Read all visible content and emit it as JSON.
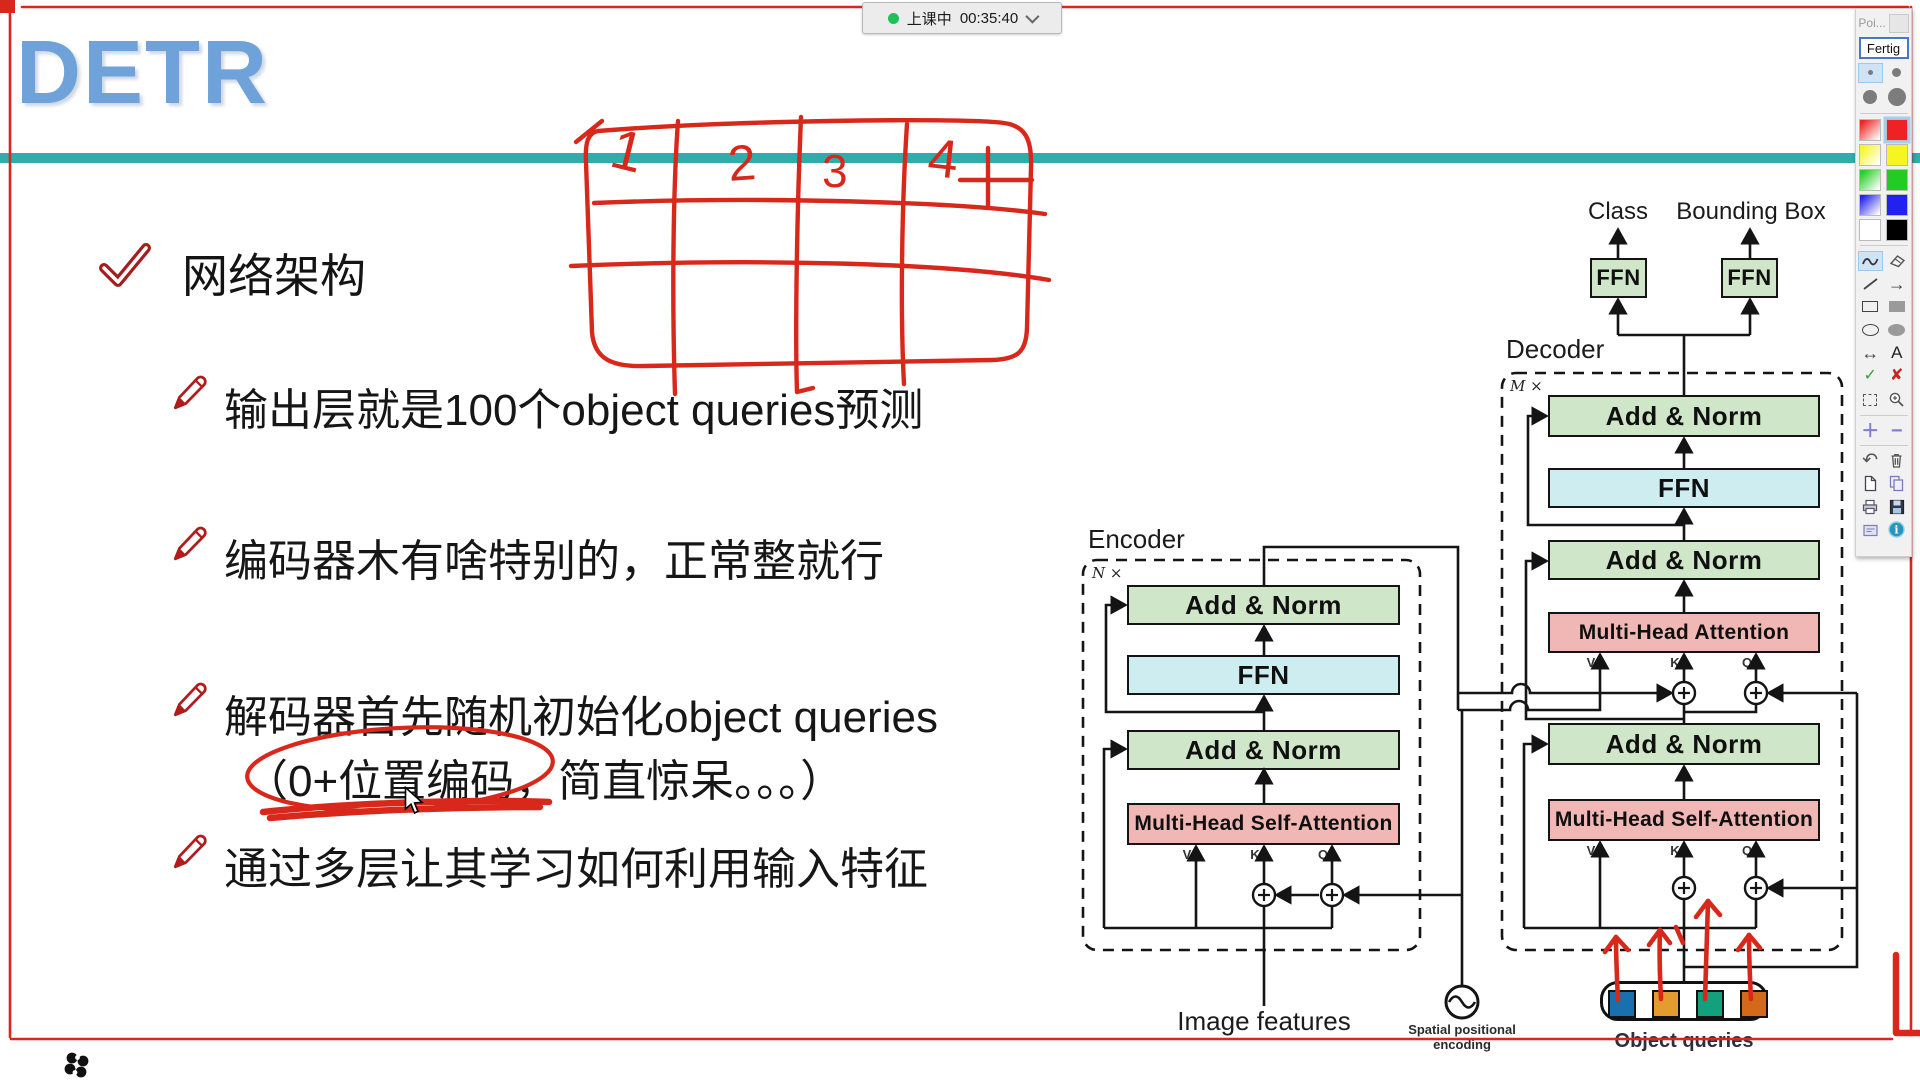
{
  "slide": {
    "title": "DETR",
    "heading": "网络架构",
    "bullets": [
      "输出层就是100个object queries预测",
      "编码器木有啥特别的，正常整就行",
      "解码器首先随机初始化object queries",
      "（0+位置编码，简直惊呆。。。）",
      "通过多层让其学习如何利用输入特征"
    ]
  },
  "timer": {
    "status": "上课中",
    "time": "00:35:40"
  },
  "annotations": {
    "grid_numbers": [
      "1",
      "2",
      "3",
      "4"
    ],
    "pen_color": "#d8281c"
  },
  "diagram": {
    "encoder_label": "Encoder",
    "decoder_label": "Decoder",
    "encoder_mult": "N ×",
    "decoder_mult": "M ×",
    "add_norm": "Add & Norm",
    "ffn": "FFN",
    "mhsa": "Multi-Head Self-Attention",
    "mha": "Multi-Head Attention",
    "v": "V",
    "k": "K",
    "q": "Q",
    "class_label": "Class",
    "bbox_label": "Bounding Box",
    "image_features": "Image features",
    "spatial_1": "Spatial positional",
    "spatial_2": "encoding",
    "object_queries": "Object queries",
    "query_colors": [
      "#1a6faf",
      "#e39c2d",
      "#13a07c",
      "#d26a1a"
    ],
    "box_colors": {
      "norm": "#cfe6c9",
      "ffn": "#cdedf0",
      "attention": "#f1b7b4"
    }
  },
  "toolbar": {
    "pointer": "Poi...",
    "done": "Fertig",
    "palette": [
      "#ee2222",
      "#f5f522",
      "#22cc22",
      "#2222ee",
      "#ffffff",
      "#000000"
    ],
    "glyphs": {
      "arrow": "→",
      "dblarrow": "↔",
      "text_tool": "A",
      "check": "✓",
      "cross": "✘",
      "plus": "＋",
      "minus": "−",
      "undo": "↶"
    }
  },
  "theme": {
    "title_blue": "#6fa2d8",
    "divider_teal": "#2fadad"
  }
}
